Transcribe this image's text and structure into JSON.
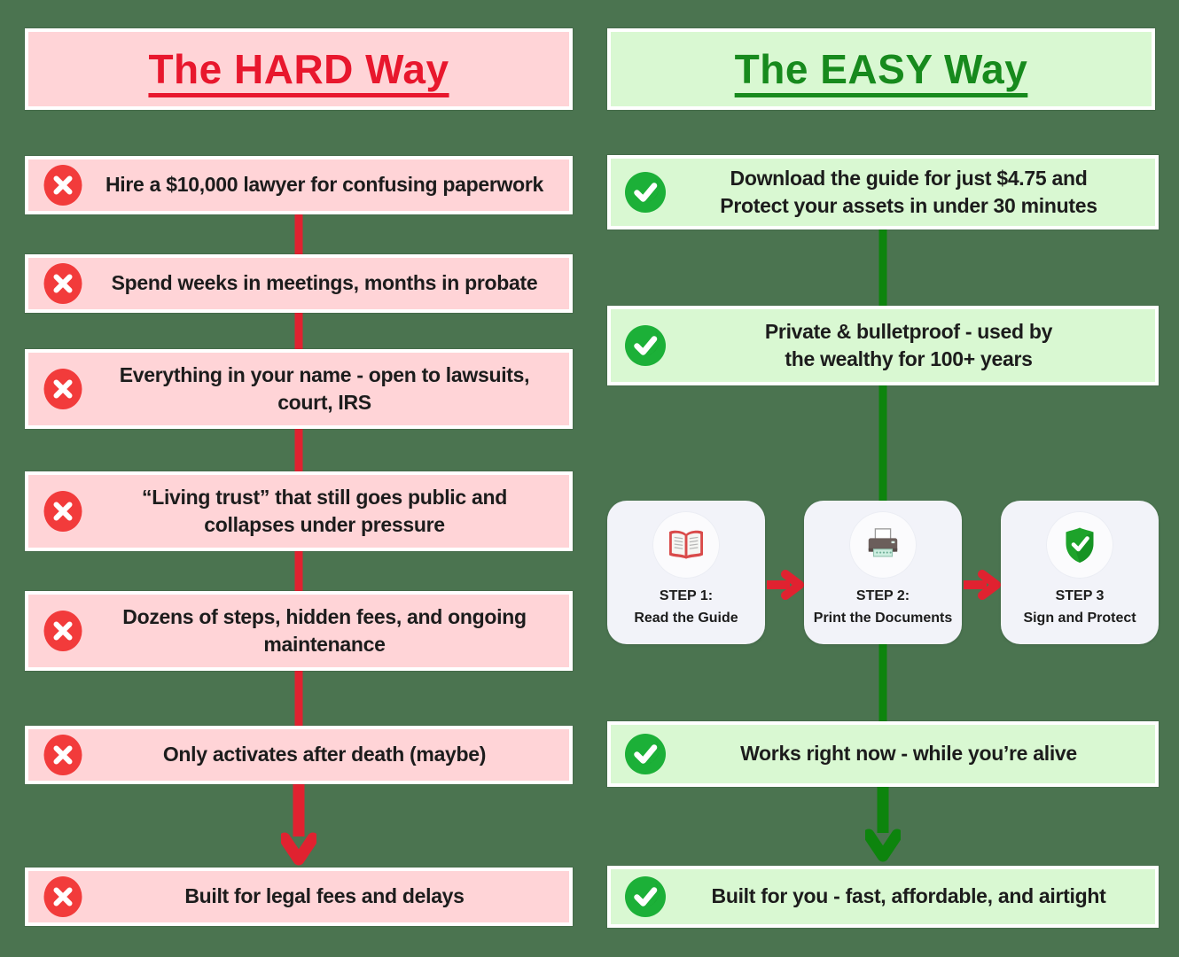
{
  "colors": {
    "bg": "#4b7450",
    "pink": "#ffd4d7",
    "lightgreen": "#d9f8d2",
    "red-accent": "#e8172d",
    "green-accent": "#178a1d",
    "x-red": "#f23b3b",
    "check-green": "#1cb038",
    "red-line": "#e02230",
    "green-line": "#0d840d",
    "card-bg": "#f2f3f9",
    "card-circle": "#fbfbfd",
    "text": "#1c1c1c"
  },
  "left": {
    "title": "The HARD Way",
    "item_icon": "x-circle-icon",
    "items": [
      {
        "text": "Hire a $10,000 lawyer for confusing paperwork"
      },
      {
        "text": "Spend weeks in meetings, months in probate"
      },
      {
        "text": "Everything in your name - open to lawsuits,\ncourt, IRS"
      },
      {
        "text": "“Living trust” that still goes public and\ncollapses under pressure"
      },
      {
        "text": "Dozens of steps, hidden fees, and ongoing\nmaintenance"
      },
      {
        "text": "Only activates after death (maybe)"
      },
      {
        "text": "Built for legal fees and delays"
      }
    ]
  },
  "right": {
    "title": "The EASY Way",
    "item_icon": "check-circle-icon",
    "items": [
      {
        "text": "Download the guide for just $4.75 and\nProtect your assets in under 30 minutes"
      },
      {
        "text": "Private & bulletproof - used by\nthe wealthy for 100+ years"
      },
      {
        "text": "Works right now - while you’re alive"
      },
      {
        "text": "Built for you - fast, affordable, and airtight"
      }
    ],
    "steps": [
      {
        "label": "STEP 1:",
        "name": "Read the Guide",
        "icon": "open-book-icon"
      },
      {
        "label": "STEP 2:",
        "name": "Print the Documents",
        "icon": "printer-icon"
      },
      {
        "label": "STEP 3",
        "name": "Sign and Protect",
        "icon": "shield-check-icon"
      }
    ]
  }
}
